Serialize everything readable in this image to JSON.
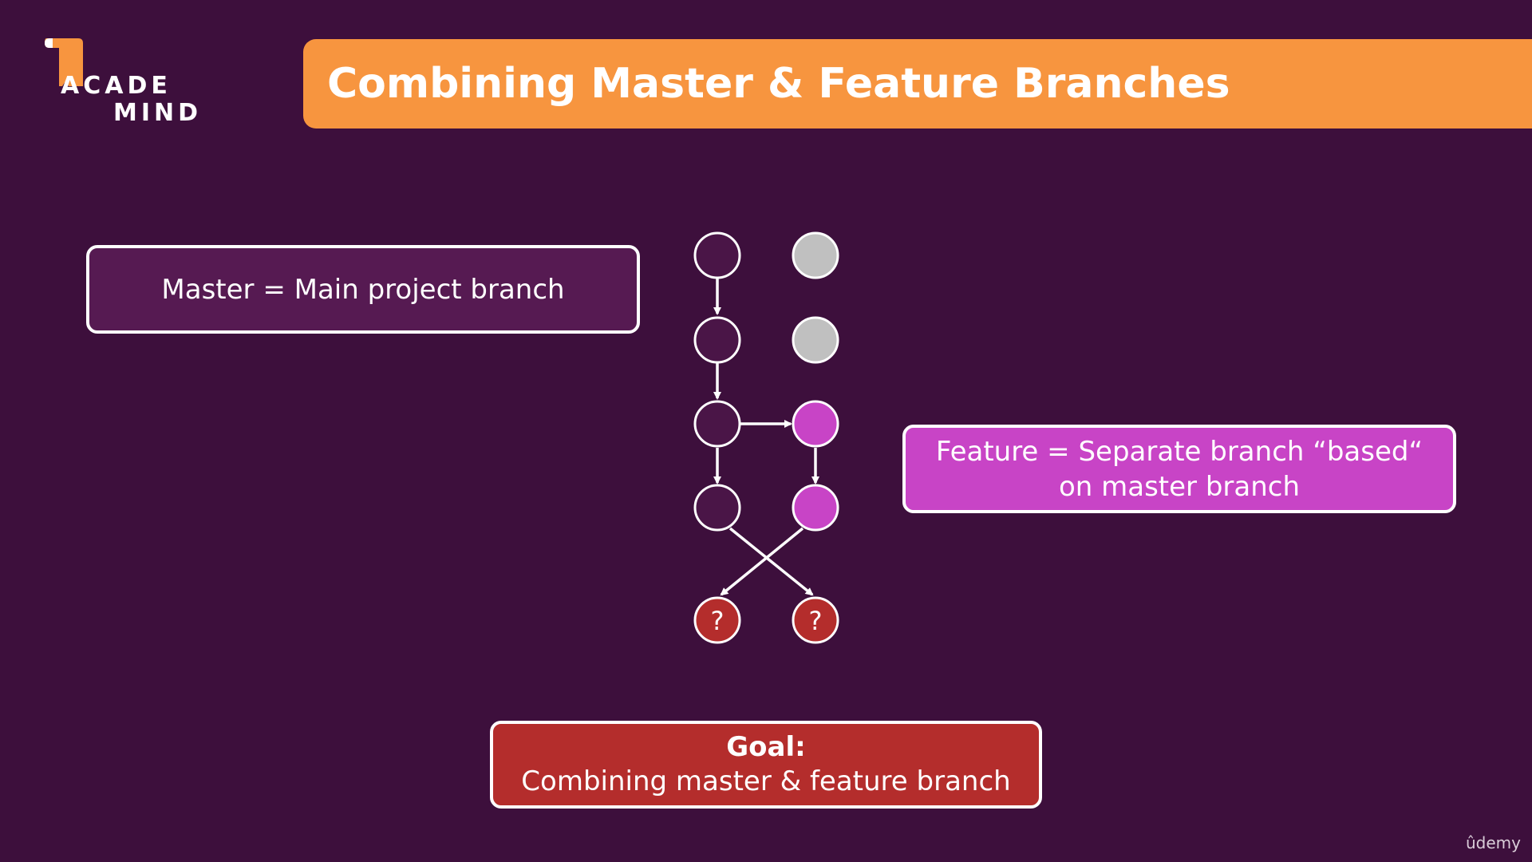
{
  "logo": {
    "line1": "ACADE",
    "line2": "MIND",
    "icon": "academind-logo-icon"
  },
  "title": "Combining Master & Feature Branches",
  "master_box": {
    "text": "Master = Main project branch"
  },
  "feature_box": {
    "text": "Feature = Separate branch “based“ on master branch"
  },
  "goal_box": {
    "heading": "Goal:",
    "text": "Combining master & feature branch"
  },
  "diagram": {
    "commit_labels": {
      "unknown": "?"
    }
  },
  "watermark": "ûdemy",
  "colors": {
    "background": "#3d0f3c",
    "title_bar": "#f7953f",
    "master_commit": "#4a1547",
    "feature_commit": "#c844c6",
    "inactive_commit": "#c0c0c0",
    "result_commit": "#b42d2c",
    "master_box": "#561a52",
    "feature_box": "#c844c6",
    "goal_box": "#b42d2c"
  }
}
